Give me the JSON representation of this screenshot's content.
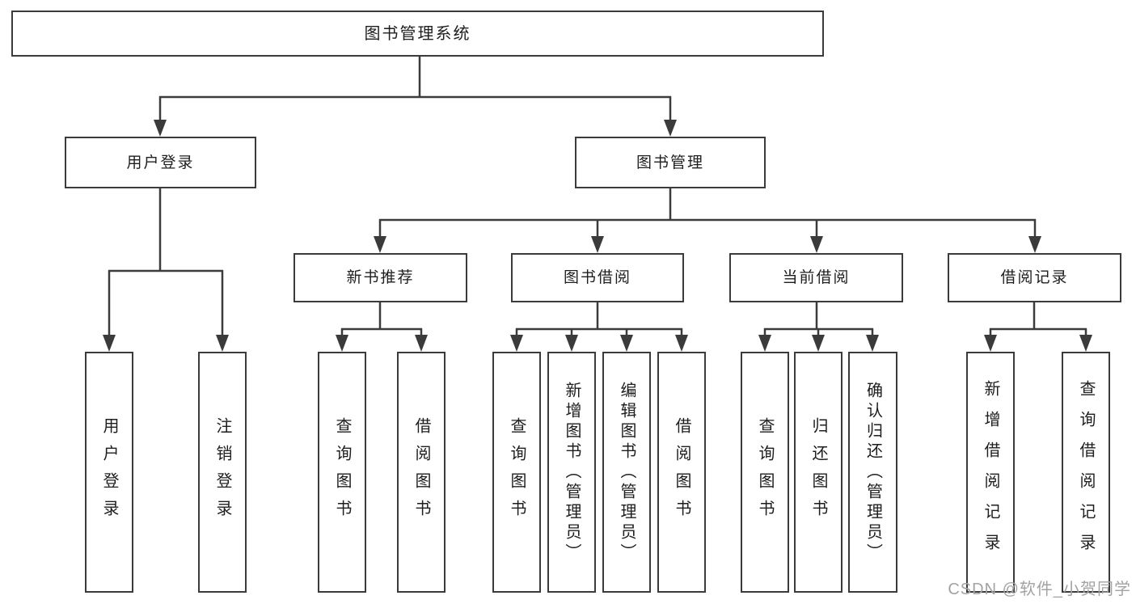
{
  "tree": {
    "root": {
      "label": "图书管理系统",
      "children": [
        {
          "label": "用户登录",
          "children": [
            {
              "label": "用户登录"
            },
            {
              "label": "注销登录"
            }
          ]
        },
        {
          "label": "图书管理",
          "children": [
            {
              "label": "新书推荐",
              "children": [
                {
                  "label": "查询图书"
                },
                {
                  "label": "借阅图书"
                }
              ]
            },
            {
              "label": "图书借阅",
              "children": [
                {
                  "label": "查询图书"
                },
                {
                  "label": "新增图书（管理员）"
                },
                {
                  "label": "编辑图书（管理员）"
                },
                {
                  "label": "借阅图书"
                }
              ]
            },
            {
              "label": "当前借阅",
              "children": [
                {
                  "label": "查询图书"
                },
                {
                  "label": "归还图书"
                },
                {
                  "label": "确认归还（管理员）"
                }
              ]
            },
            {
              "label": "借阅记录",
              "children": [
                {
                  "label": "新增借阅记录"
                },
                {
                  "label": "查询借阅记录"
                }
              ]
            }
          ]
        }
      ]
    }
  },
  "watermark": {
    "text": "CSDN @软件_小贺同学"
  },
  "colors": {
    "line": "#3b3b3b",
    "box_border": "#3b3b3b",
    "box_background": "#ffffff",
    "text": "#1e1e1e",
    "watermark": "#a3a3a3",
    "page_background": "#ffffff"
  }
}
